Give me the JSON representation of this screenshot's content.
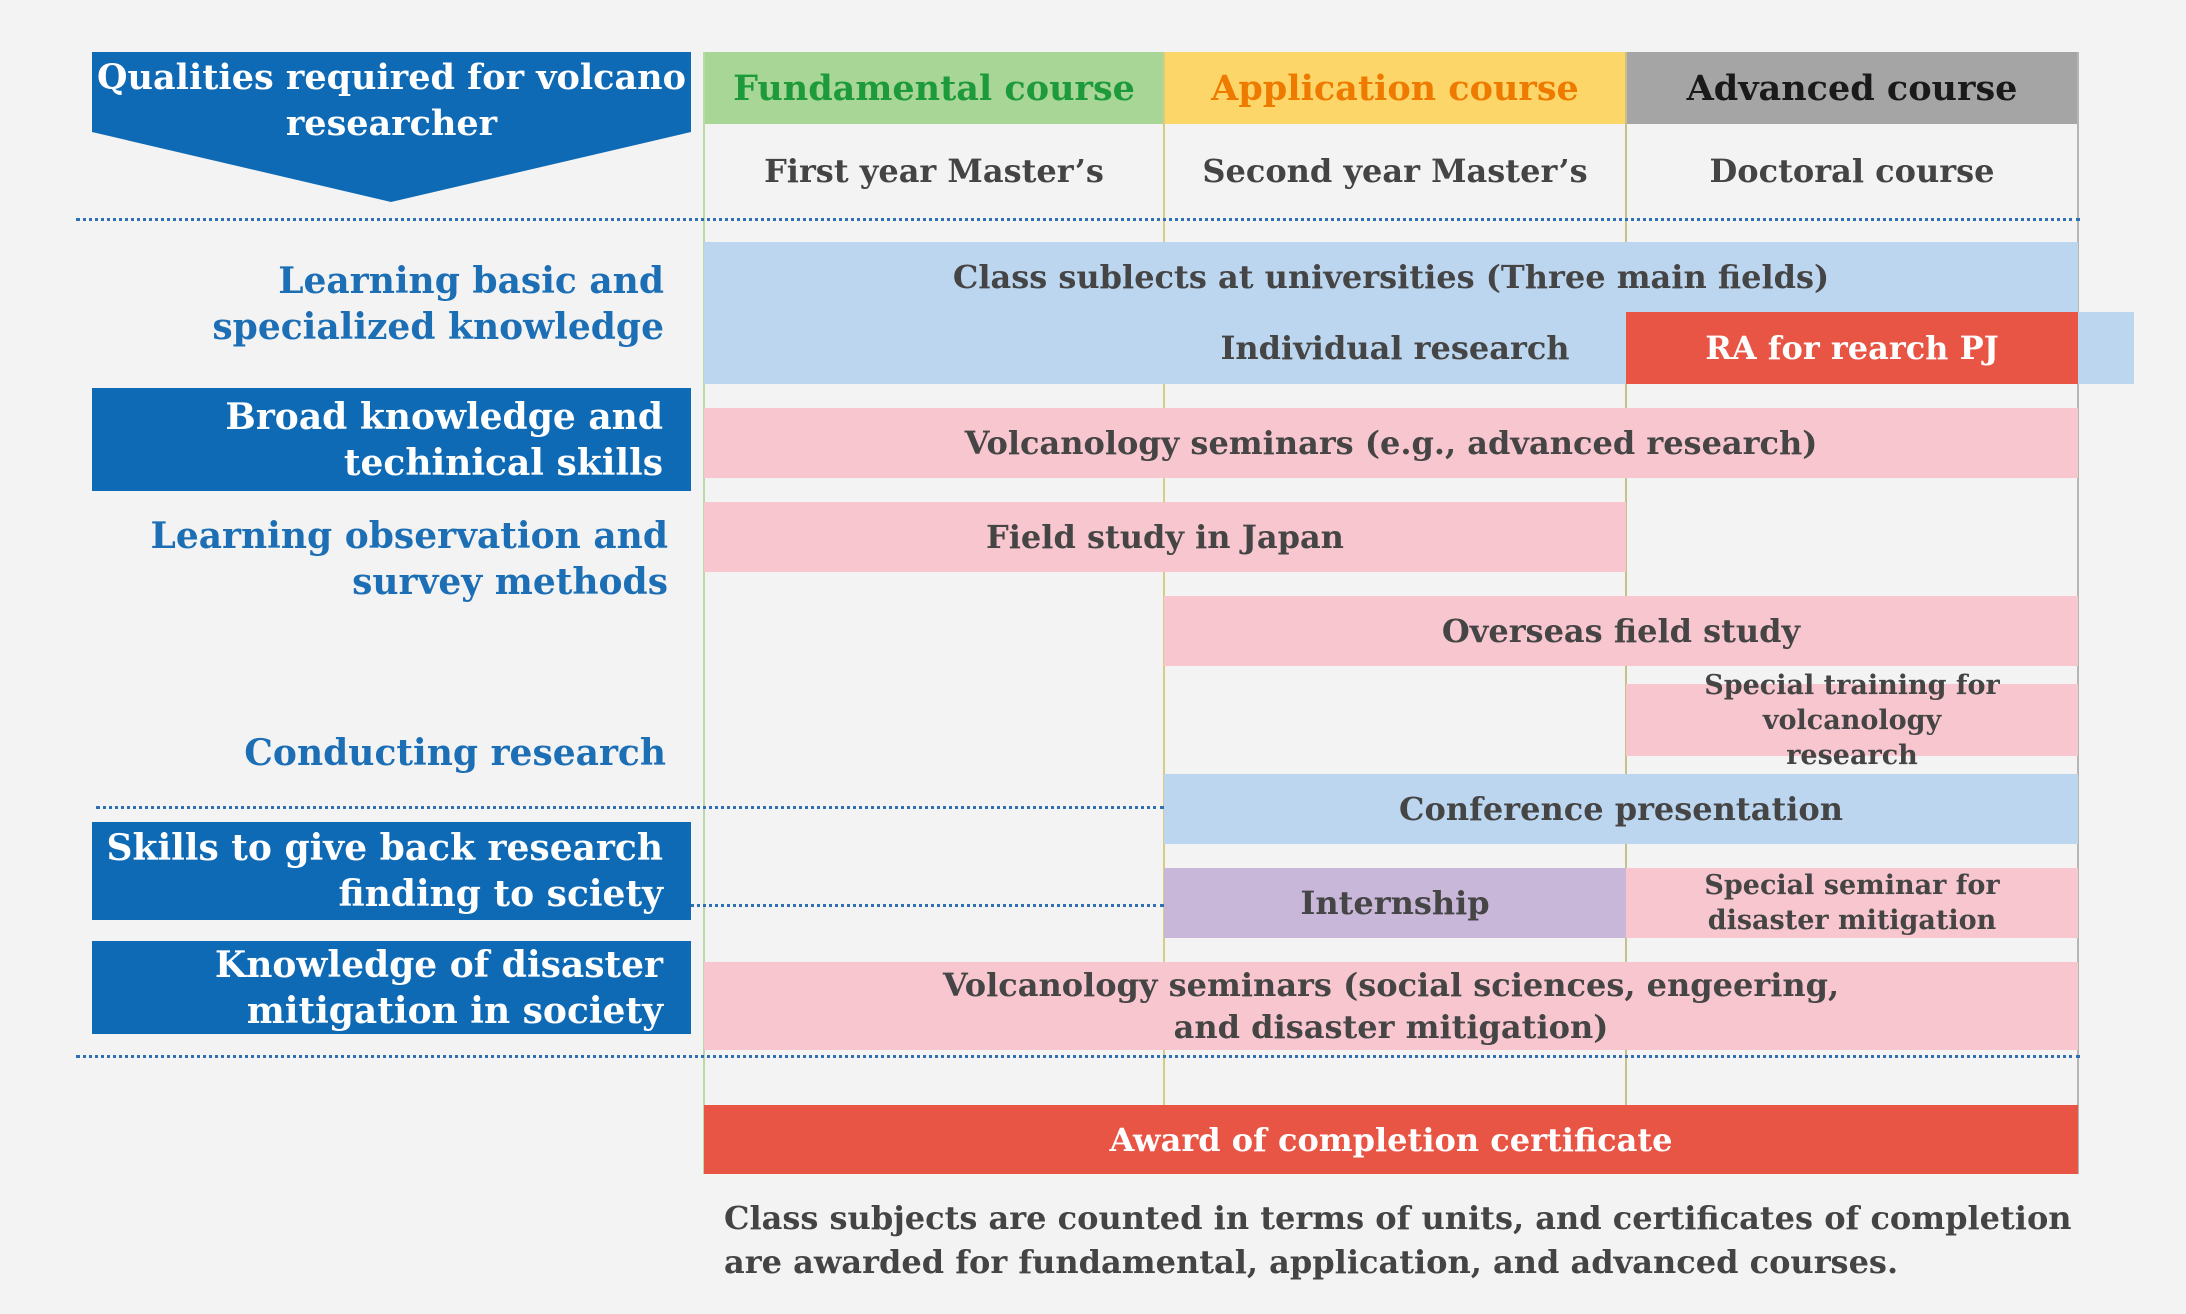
{
  "header": {
    "title": "Qualities required for volcano researcher"
  },
  "courses": [
    {
      "name": "Fundamental course",
      "sub": "First year Master’s",
      "bg": "#a8d696",
      "color": "#1d9a3a"
    },
    {
      "name": "Application course",
      "sub": "Second year Master’s",
      "bg": "#fdd669",
      "color": "#ee7a00"
    },
    {
      "name": "Advanced course",
      "sub": "Doctoral course",
      "bg": "#a5a5a5",
      "color": "#1a1a1a"
    }
  ],
  "qualities": {
    "q1": "Learning basic and specialized knowledge",
    "q2": "Broad knowledge and techinical skills",
    "q3": "Learning observation and survey methods",
    "q4": "Conducting research",
    "q5": "Skills to give back research finding to sciety",
    "q6": "Knowledge of disaster mitigation in society"
  },
  "activities": {
    "class_subjects": "Class sublects at universities (Three main fields)",
    "individual_research": "Individual research",
    "ra": "RA for rearch PJ",
    "seminars_advanced": "Volcanology seminars (e.g., advanced research)",
    "field_japan": "Field study in Japan",
    "overseas": "Overseas field study",
    "special_training": "Special training for volcanology research",
    "conference": "Conference presentation",
    "internship": "Internship",
    "special_seminar": "Special seminar for disaster mitigation",
    "seminars_social": "Volcanology seminars (social sciences, engeering, and disaster mitigation)",
    "award": "Award of completion certificate"
  },
  "footnote": "Class subjects are counted in terms of units, and certificates of completion are awarded for fundamental, application, and advanced courses."
}
